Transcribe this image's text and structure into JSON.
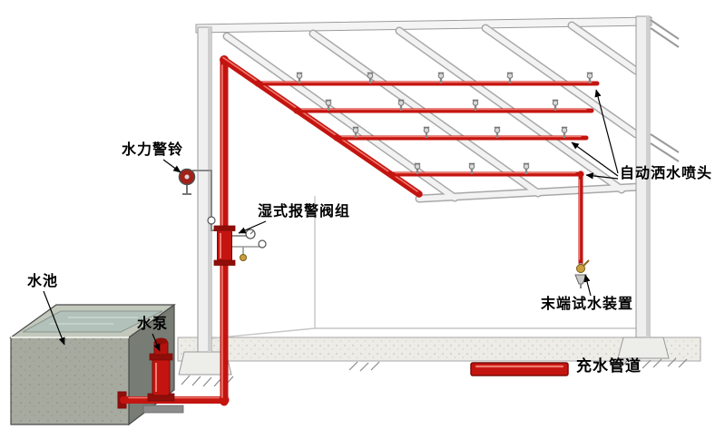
{
  "labels": {
    "hydraulic_alarm_bell": "水力警铃",
    "wet_alarm_valve_set": "湿式报警阀组",
    "water_tank": "水池",
    "water_pump": "水泵",
    "automatic_sprinkler_heads": "自动洒水喷头",
    "end_test_device": "末端试水装置",
    "water_filled_pipe": "充水管道"
  },
  "colors": {
    "pipe_red": "#c41410",
    "pipe_dark": "#7a0c08",
    "pipe_highlight": "#ef7b6e",
    "brass": "#c9a03c",
    "structure_gray": "#9a9a9a",
    "tank_water": "#b2c2bb",
    "background": "#ffffff",
    "label_color": "#000000"
  }
}
